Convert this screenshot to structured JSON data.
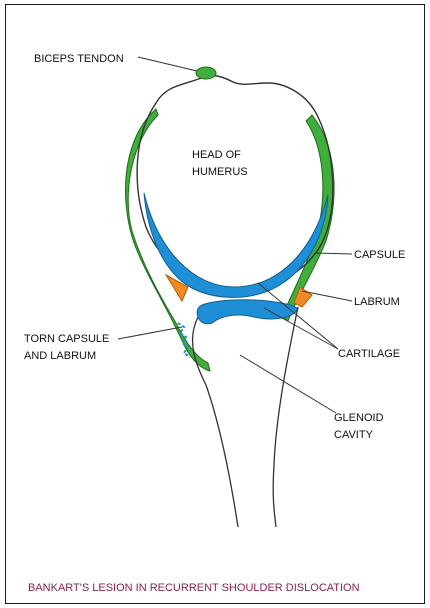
{
  "labels": {
    "biceps_tendon": "BICEPS TENDON",
    "head_of_humerus_1": "HEAD OF",
    "head_of_humerus_2": "HUMERUS",
    "capsule": "CAPSULE",
    "labrum": "LABRUM",
    "torn_capsule_1": "TORN CAPSULE",
    "torn_capsule_2": "AND LABRUM",
    "cartilage": "CARTILAGE",
    "glenoid_1": "GLENOID",
    "glenoid_2": "CAVITY"
  },
  "caption": "BANKART'S LESION IN RECURRENT SHOULDER DISLOCATION",
  "colors": {
    "capsule_green": "#3fae3a",
    "cartilage_blue": "#1e8fd6",
    "labrum_orange": "#f08a24",
    "caption": "#8b2252"
  }
}
